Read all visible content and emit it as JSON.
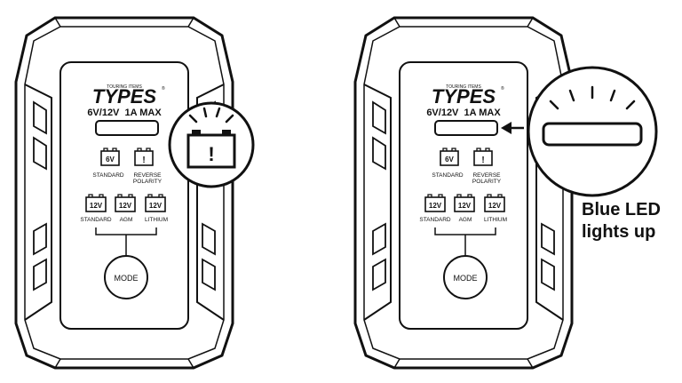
{
  "brand": {
    "top_line": "TOURING ITEMS",
    "logo_text": "TYPE",
    "logo_letter": "S",
    "registered": "®"
  },
  "spec": "6V/12V  1A MAX",
  "row1": {
    "std_badge": "6V",
    "std_label": "STANDARD",
    "rev_badge": "!",
    "rev_label_1": "REVERSE",
    "rev_label_2": "POLARITY"
  },
  "row2": {
    "badge": "12V",
    "std_label": "STANDARD",
    "agm_label": "AGM",
    "li_label": "LITHIUM"
  },
  "mode_button": "MODE",
  "callout_left": {
    "icon": "!"
  },
  "caption": {
    "line1": "Blue LED",
    "line2": "lights up"
  },
  "colors": {
    "stroke": "#111111",
    "background": "#ffffff"
  }
}
